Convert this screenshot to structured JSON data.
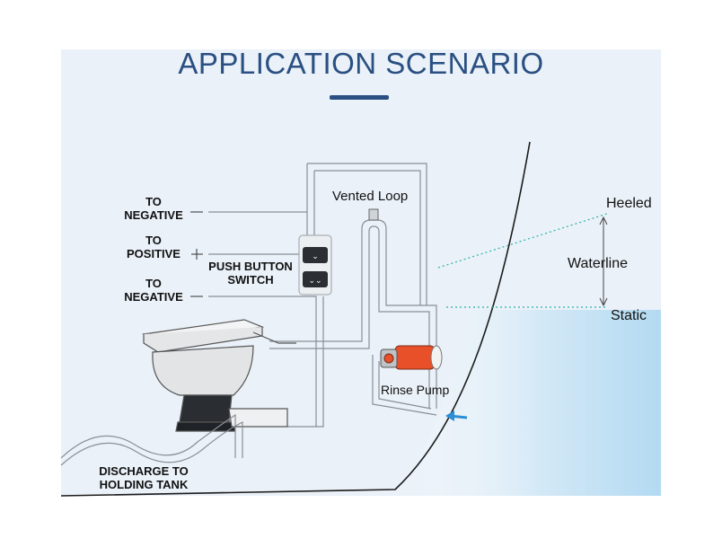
{
  "title": "APPLICATION SCENARIO",
  "labels": {
    "to_negative_top": "TO\nNEGATIVE",
    "to_positive": "TO\nPOSITIVE",
    "to_negative_bottom": "TO\nNEGATIVE",
    "push_button_switch": "PUSH BUTTON\nSWITCH",
    "vented_loop": "Vented Loop",
    "rinse_pump": "Rinse Pump",
    "discharge": "DISCHARGE TO\nHOLDING TANK",
    "heeled": "Heeled",
    "waterline": "Waterline",
    "static": "Static"
  },
  "colors": {
    "title": "#2a4f82",
    "panel": "#eaf1f8",
    "water": "#bfe0f4",
    "pipe": "#8a8f96",
    "waterline_dotted": "#2bb3a8",
    "arrow": "#2b8ed6",
    "pump": "#e8502a"
  }
}
